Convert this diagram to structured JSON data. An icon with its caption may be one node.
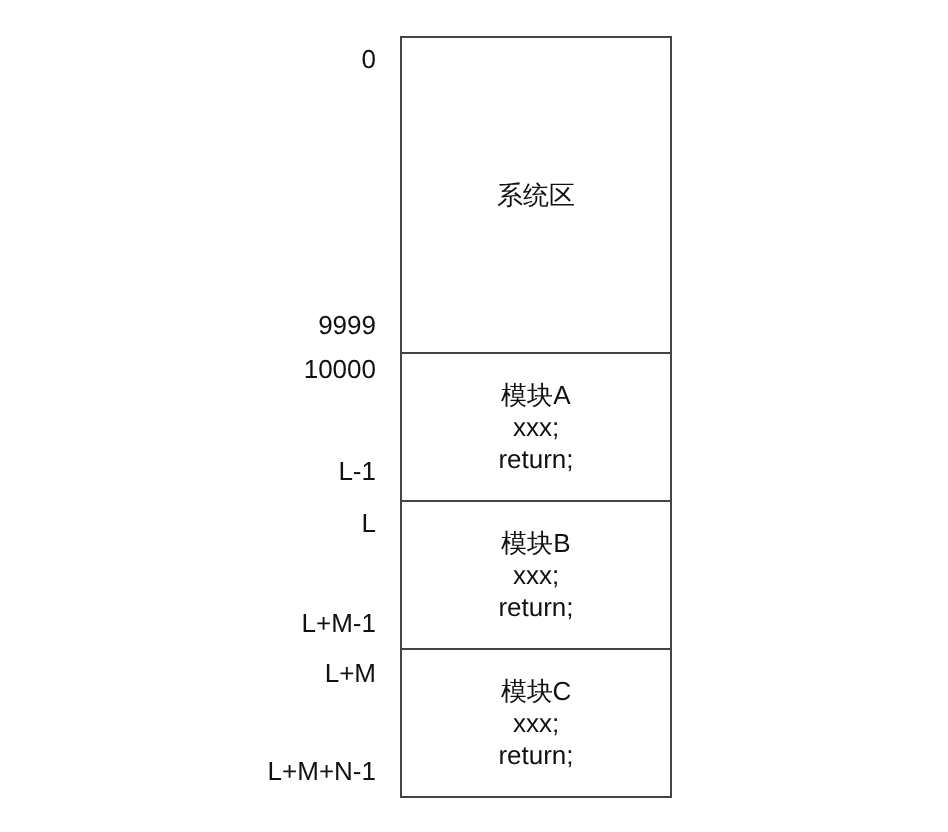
{
  "diagram": {
    "nodes": [
      {
        "text": [
          "系统区"
        ]
      },
      {
        "text": [
          "模块A",
          "xxx;",
          "return;"
        ]
      },
      {
        "text": [
          "模块B",
          "xxx;",
          "return;"
        ]
      },
      {
        "text": [
          "模块C",
          "xxx;",
          "return;"
        ]
      }
    ],
    "labels": [
      "0",
      "9999",
      "10000",
      "L-1",
      "L",
      "L+M-1",
      "L+M",
      "L+M+N-1"
    ]
  }
}
